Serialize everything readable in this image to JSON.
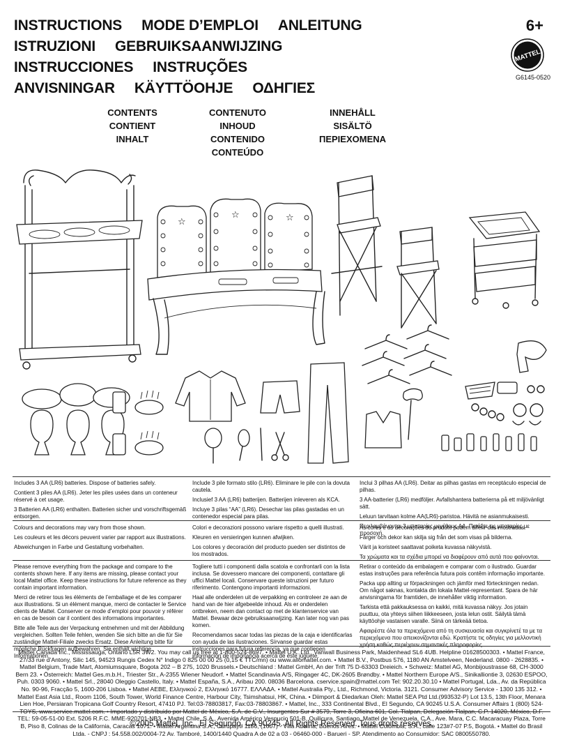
{
  "header": {
    "title_lines": [
      [
        "INSTRUCTIONS",
        "MODE D’EMPLOI",
        "ANLEITUNG"
      ],
      [
        "ISTRUZIONI",
        "GEBRUIKSAANWIJZING"
      ],
      [
        "INSTRUCCIONES",
        "INSTRUÇÕES"
      ],
      [
        "ANVISNINGAR",
        "KÄYTTÖOHJE",
        "ΟΔΗΓΙΕΣ"
      ]
    ],
    "age": "6+",
    "brand": "MATTEL",
    "product_code": "G6145-0520"
  },
  "contents": {
    "col1": [
      "CONTENTS",
      "CONTIENT",
      "INHALT"
    ],
    "col2": [
      "CONTENUTO",
      "INHOUD",
      "CONTENIDO",
      "CONTEÚDO"
    ],
    "col3": [
      "INNEHÅLL",
      "SISÄLTÖ",
      "ΠΕΡΙΕΧΟΜΕΝΑ"
    ]
  },
  "batteries": {
    "col1": [
      "Includes 3 AA (LR6) batteries. Dispose of batteries safely.",
      "Contient 3 piles AA (LR6). Jeter les piles usées dans un conteneur réservé à cet usage.",
      "3 Batterien AA (LR6) enthalten. Batterien sicher und vorschriftsgemäß entsorgen."
    ],
    "col2": [
      "Include 3 pile formato stilo (LR6). Eliminare le pile con la dovuta cautela.",
      "Inclusief 3 AA (LR6) batterijen. Batterijen inleveren als KCA.",
      "Incluye 3 pilas “AA” (LR6). Desechar las pilas gastadas en un contenedor especial para pilas."
    ],
    "col3": [
      "Inclui 3 pilhas AA (LR6). Deitar as pilhas gastas em receptáculo especial de pilhas.",
      "3 AA-batterier (LR6) medföljer. Avfallshantera batterierna på ett miljövänligt sätt.",
      "Leluun tarvitaan kolme AA(LR6)-paristoa. Hävitä ne asianmukaisesti.",
      "Περιλαμβάνονται 3 μπαταρίες μεγέθους ΑΑ. Πετάξτε τις μπαταρίες με προσοχή."
    ]
  },
  "colours": {
    "col1": [
      "Colours and decorations may vary from those shown.",
      "Les couleurs et les décors peuvent varier par rapport aux illustrations.",
      "Abweichungen in Farbe und Gestaltung vorbehalten."
    ],
    "col2": [
      "Colori e decorazioni possono variare rispetto a quelli illustrati.",
      "Kleuren en versieringen kunnen afwijken.",
      "Los colores y decoración del producto pueden ser distintos de los mostrados."
    ],
    "col3": [
      "As cores e as decorações do produto podem diferir das mostradas.",
      "Färger och dekor kan skilja sig från det som visas på bilderna.",
      "Värit ja koristeet saattavat poiketa kuvassa näkyvistä.",
      "Τα χρώματα και τα σχέδια μπορεί να διαφέρουν από αυτά που φαίνονται."
    ]
  },
  "remove": {
    "col1": [
      "Please remove everything from the package and compare to the contents shown here. If any items are missing, please contact your local Mattel office. Keep these instructions for future reference as they contain important information.",
      "Merci de retirer tous les éléments de l’emballage et de les comparer aux illustrations. Si un élément manque, merci de contacter le Service clients de Mattel. Conserver ce mode d’emploi pour pouvoir y référer en cas de besoin car il contient des informations importantes.",
      "Bitte alle Teile aus der Verpackung entnehmen und mit der Abbildung vergleichen. Sollten Teile fehlen, wenden Sie sich bitte an die für Sie zuständige Mattel-Filiale zwecks Ersatz. Diese Anleitung bitte für mögliche Rückfragen aufbewahren. Sie enthält wichtige Informationen."
    ],
    "col2": [
      "Togliere tutti i componenti dalla scatola e confrontarli con la lista inclusa. Se dovessero mancare dei componenti, contattare gli uffici Mattel locali. Conservare queste istruzioni per futuro riferimento. Contengono importanti informazioni.",
      "Haal alle onderdelen uit de verpakking en controleer ze aan de hand van de hier afgebeelde inhoud. Als er onderdelen ontbreken, neem dan contact op met de klantenservice van Mattel. Bewaar deze gebruiksaanwijzing. Kan later nog van pas komen.",
      "Recomendamos sacar todas las piezas de la caja e identificarlas con ayuda de las ilustraciones. Sírvanse guardar estas instrucciones para futura referencia, ya que contienen información de importancia acerca de este juguete."
    ],
    "col3": [
      "Retirar o conteúdo da embalagem e comparar com o ilustrado. Guardar estas instruções para referência futura pois contêm informação importante.",
      "Packa upp allting ur förpackningen och jämför med förteckningen nedan. Om något saknas, kontakta din lokala Mattel-representant. Spara de här anvisningarna för framtiden, de innehåller viktig information.",
      "Tarkista että pakkauksessa on kaikki, mitä kuvassa näkyy. Jos jotain puuttuu, ota yhteys siihen liikkeeseen, josta lelun ostit. Säilytä tämä käyttöohje vastaisen varalle. Siinä on tärkeää tietoa.",
      "Αφαιρέστε όλα τα περιεχόμενα από τη συσκευασία και συγκρίνετέ τα με τα περιεχόμενα που απεικονίζονται εδώ. Κρατήστε τις οδηγίες για μελλοντική χρήση καθώς περιέχουν σημαντικές πληροφορίες."
    ]
  },
  "legal": "Mattel Canada Inc., Mississauga, Ontario L5R 3W2. You may call us free at 1-800-524-8697. • Mattel U.K. Ltd., Vanwall Business Park, Maidenhead SL6 4UB. Helpline 01628500303. • Mattel France, 27/33 rue d’Antony, Silic 145, 94523 Rungis Cedex N° Indigo 0 825 00 00 25 (0,15 € TTC/mn) ou www.allomattel.com. • Mattel B.V., Postbus 576, 1180 AN Amstelveen, Nederland. 0800 - 2628835. • Mattel Belgium, Trade Mart, Atomiumsquare, Bogota 202 – B 275, 1020 Brussels.• Deutschland : Mattel GmbH, An der Trift 75 D-63303 Dreieich. • Schweiz: Mattel AG, Monbijoustrasse 68, CH-3000 Bern 23. • Österreich: Mattel Ges.m.b.H., Triester Str., A-2355 Wiener Neudorf. • Mattel Scandinavia A/S, Ringager 4C, DK-2605 Brøndby. • Mattel Northern Europe A/S., Sinikalliontie 3, 02630 ESPOO, Puh. 0303 9060. • Mattel Srl., 28040 Oleggio Castello, Italy. • Mattel España, S.A., Aribau 200. 08036 Barcelona. cservice.spain@mattel.com Tel: 902.20.30.10 • Mattel Portugal, Lda., Av. da República No. 90-96, Fracção 5, 1600-206 Lisboa. • Mattel AEBE, Ελληνικού 2, Ελληνικό 16777. ΕΛΛΑΔΑ. • Mattel Australia Pty., Ltd., Richmond, Victoria. 3121. Consumer Advisory Service - 1300 135 312. • Mattel East Asia Ltd., Room 1106, South Tower, World Finance Centre, Harbour City, Tsimshatsui, HK, China. • Diimport & Diedarkan Oleh: Mattel SEA Ptd Ltd.(993532-P) Lot 13.5, 13th Floor, Menara Lien Hoe, Persiaran Tropicana Golf Country Resort, 47410 PJ. Tel:03-78803817, Fax:03-78803867. • Mattel, Inc., 333 Continental Blvd., El Segundo, CA 90245 U.S.A. Consumer Affairs 1 (800) 524-TOYS, www.service.mattel.com. • Importado y distribuido por Mattel de México, S.A. de C.V., Insurgentes Sur # 3579, Torre 3, Oficina 601, Col. Tlalpan, Delegación Tlalpan, C.P. 14020, México, D.F. TEL: 59-05-51-00 Ext. 5206 R.F.C. MME-920701-NB3. • Mattel Chile, S.A., Avenida Américo Vespucio 501-B, Quilicura, Santiago. Mattel de Venezuela, C.A., Ave. Mara, C.C. Macaracuay Plaza, Torre B, Piso 8, Colinas de la California, Caracas 1071. • Mattel Argentina S.A., Curupaytí 1186, (1607) - Villa Adelina, Buenos Aires. • Mattel Colombia, S.A., calle 123#7-07 P.5, Bogotá. • Mattel do Brasil Ltda. - CNPJ : 54.558.002/0004-72 Av. Tamboré, 1400/1440 Quadra A de 02 a 03 - 06460-000 - Barueri - SP. Atendimento ao Consumidor: SAC 0800550780.",
  "copyright": "©2005 Mattel, Inc., El Segundo, CA 90245. All Rights Reserved. Tous droits réservés."
}
